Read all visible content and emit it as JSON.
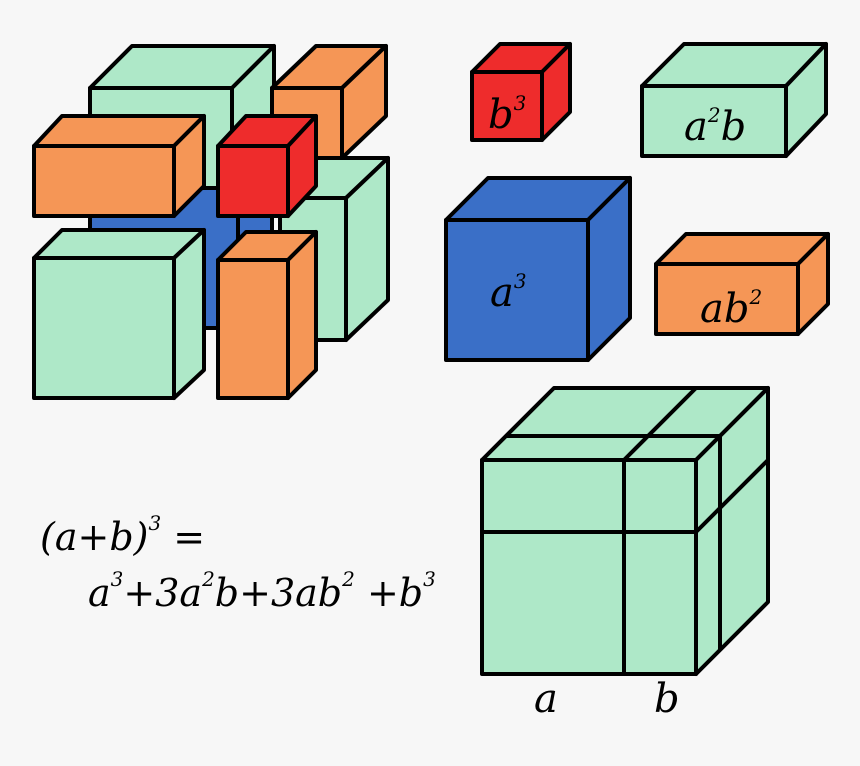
{
  "colors": {
    "a3": "#3a6fc7",
    "b3": "#ee2c2c",
    "a2b": "#aee8c8",
    "ab2": "#f59656",
    "edge": "#000000",
    "background": "#f7f7f7"
  },
  "legend": {
    "b3": {
      "base": "b",
      "exp": "3"
    },
    "a2b": {
      "base1": "a",
      "exp": "2",
      "base2": "b"
    },
    "a3": {
      "base": "a",
      "exp": "3"
    },
    "ab2": {
      "base": "ab",
      "exp": "2"
    }
  },
  "formula": {
    "line1": {
      "open": "(a+b)",
      "exp": "3",
      "eq": " ="
    },
    "line2": [
      {
        "t": "a"
      },
      {
        "s": "3"
      },
      {
        "t": "+3a"
      },
      {
        "s": "2"
      },
      {
        "t": "b+3ab"
      },
      {
        "s": "2"
      },
      {
        "t": " +b"
      },
      {
        "s": "3"
      }
    ]
  },
  "axis": {
    "a": "a",
    "b": "b"
  }
}
